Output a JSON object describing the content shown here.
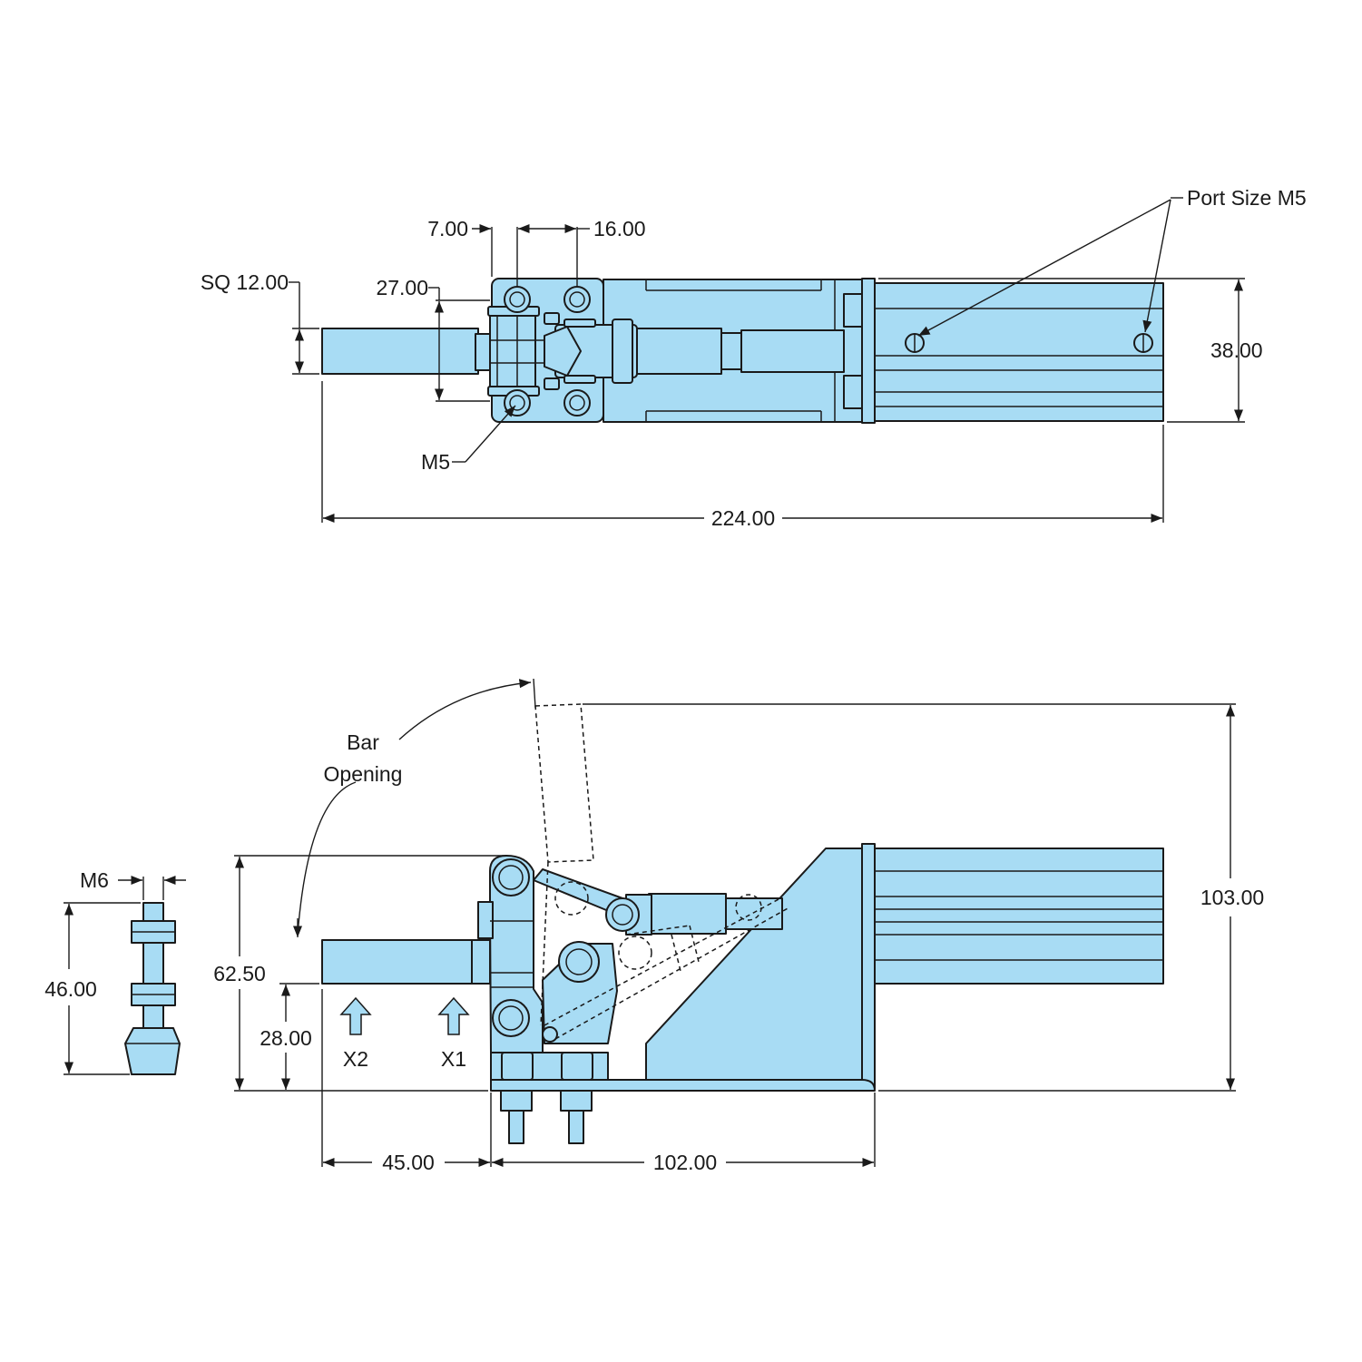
{
  "colors": {
    "part_fill": "#a8dcf4",
    "outline": "#1a1a1a",
    "background": "#ffffff"
  },
  "top_view": {
    "dim_7": "7.00",
    "dim_16": "16.00",
    "dim_27": "27.00",
    "dim_sq12": "SQ 12.00",
    "dim_38": "38.00",
    "dim_224": "224.00",
    "label_m5": "M5",
    "label_port": "Port Size M5"
  },
  "side_view": {
    "dim_103": "103.00",
    "dim_62_5": "62.50",
    "dim_28": "28.00",
    "dim_45": "45.00",
    "dim_102": "102.00",
    "label_bar_opening_1": "Bar",
    "label_bar_opening_2": "Opening",
    "label_x1": "X1",
    "label_x2": "X2"
  },
  "spindle_view": {
    "label_m6": "M6",
    "dim_46": "46.00"
  }
}
